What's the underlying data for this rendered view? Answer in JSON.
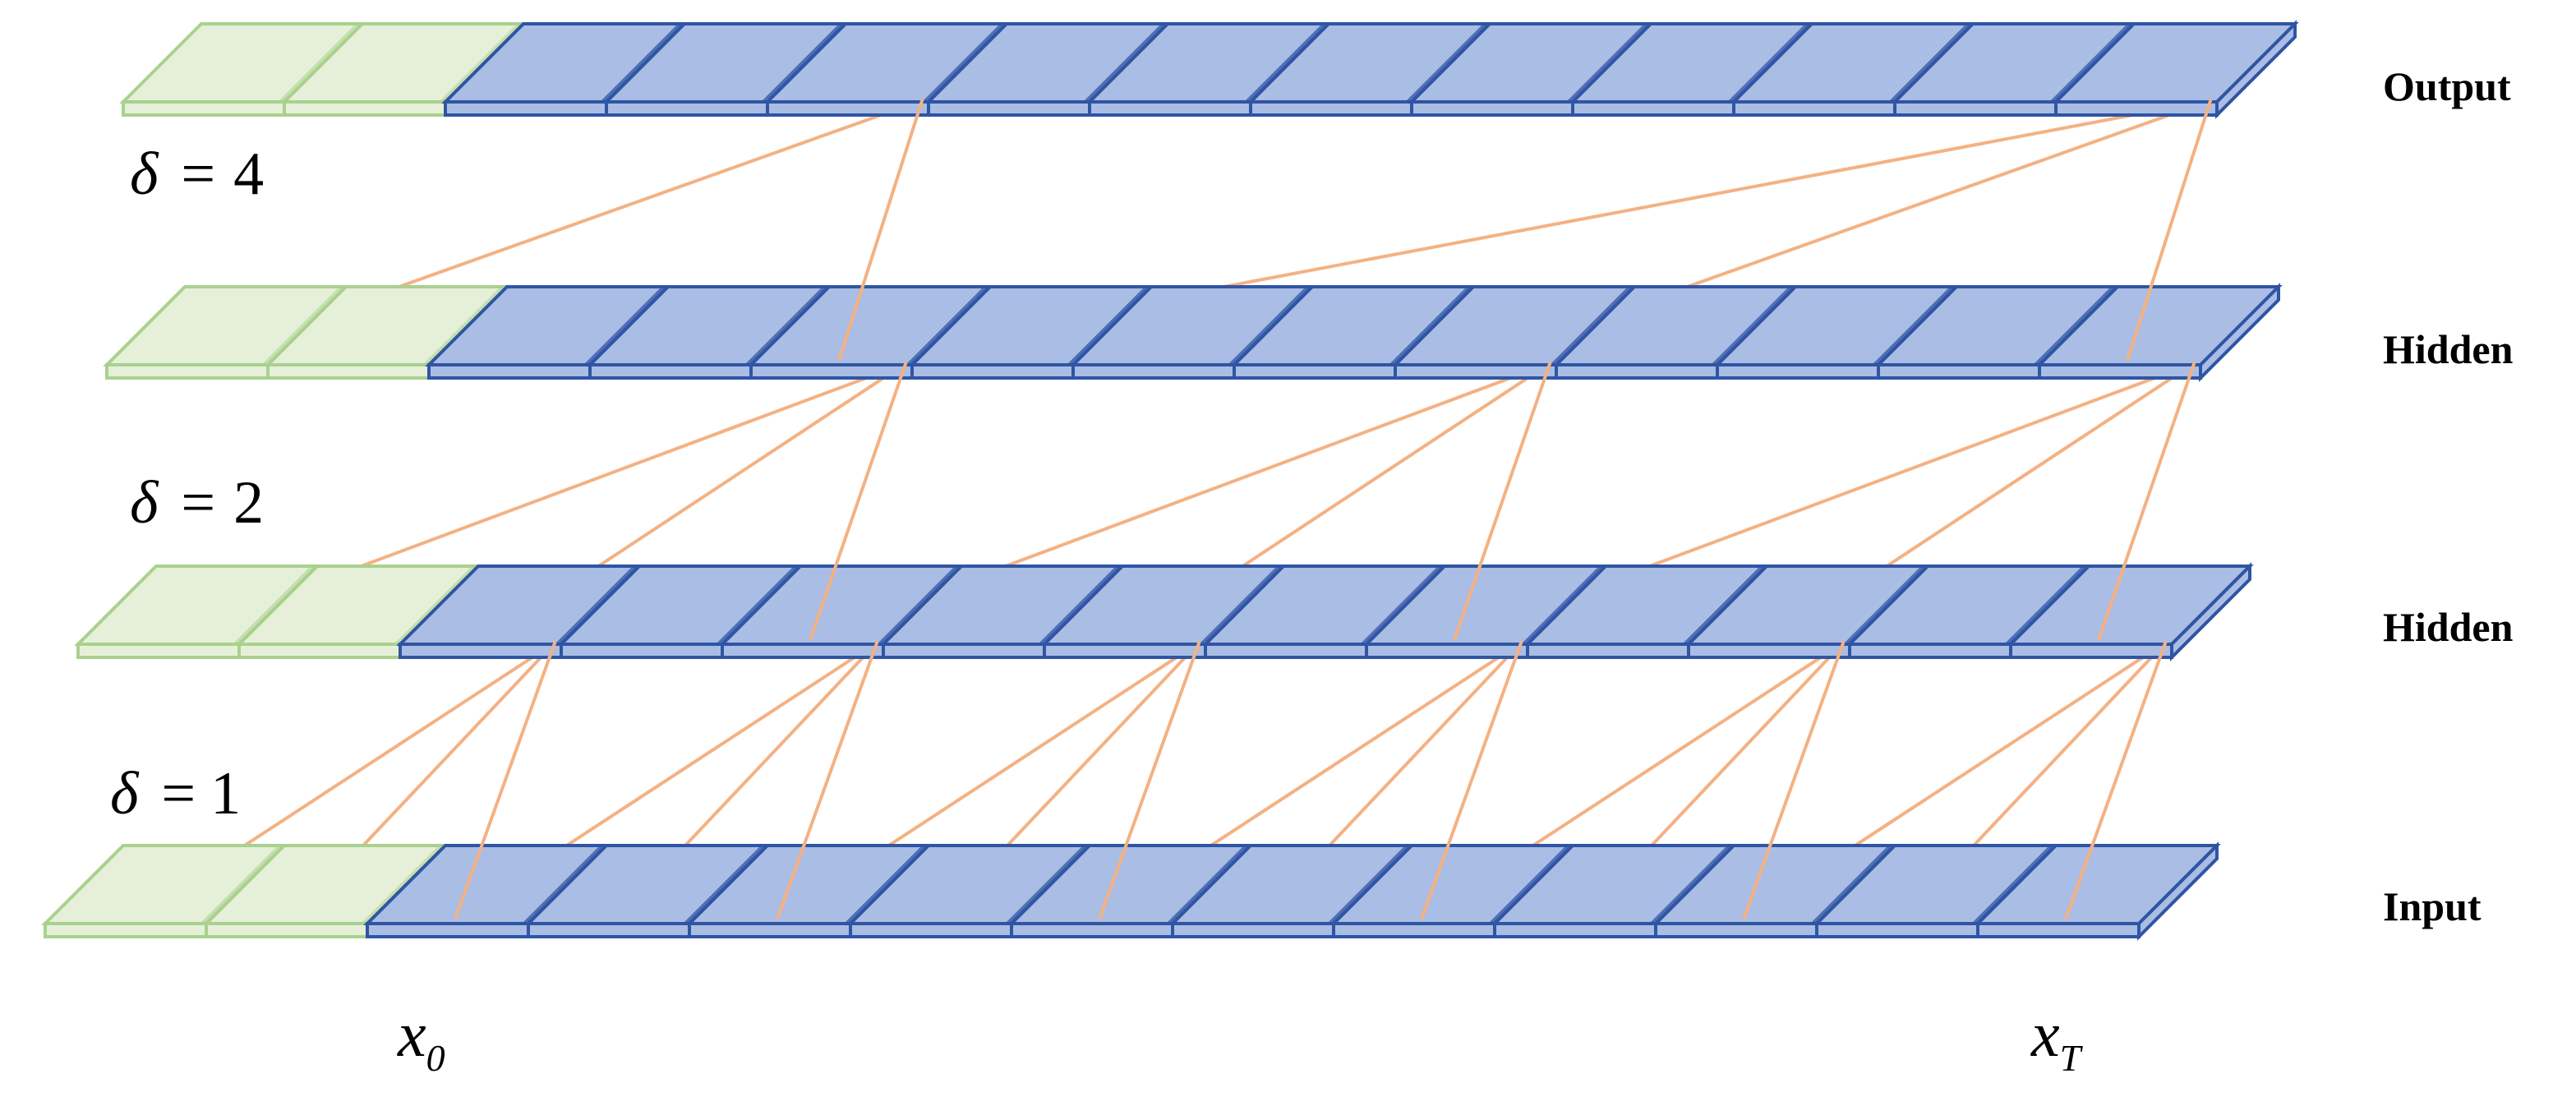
{
  "layers": [
    {
      "label": "Output",
      "delta": "δ",
      "delta_value": "4"
    },
    {
      "label": "Hidden",
      "delta": "δ",
      "delta_value": "2"
    },
    {
      "label": "Hidden",
      "delta": "δ",
      "delta_value": "1"
    },
    {
      "label": "Input"
    }
  ],
  "delta_equals": "=",
  "x_start": {
    "base": "x",
    "sub": "0"
  },
  "x_end": {
    "base": "x",
    "sub": "T"
  },
  "cells_per_layer": {
    "padding": 2,
    "sequence": 11
  },
  "dilations": [
    1,
    2,
    4
  ],
  "colors": {
    "padding_fill": "#e6f0d8",
    "padding_stroke": "#a9d18e",
    "sequence_fill": "#aabde4",
    "sequence_stroke": "#2f55a4",
    "connection": "#f4b183"
  }
}
